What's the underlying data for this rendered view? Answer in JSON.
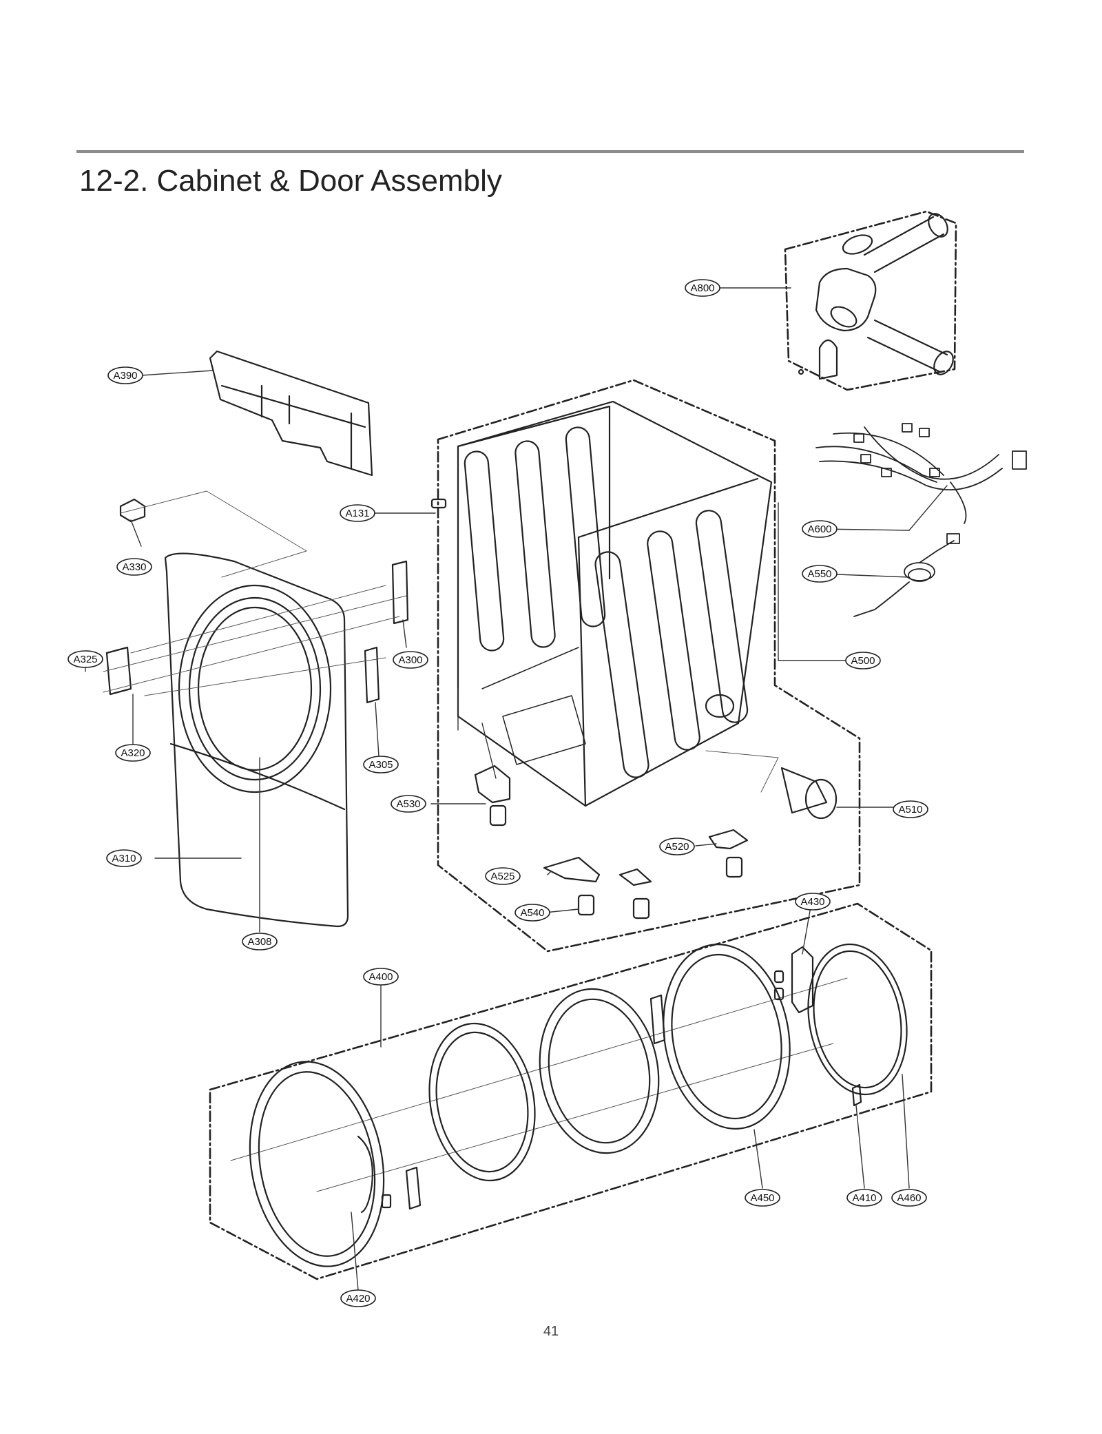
{
  "page": {
    "title": "12-2. Cabinet & Door Assembly",
    "page_number": "41"
  },
  "parts": [
    {
      "id": "a800",
      "label": "A800"
    },
    {
      "id": "a390",
      "label": "A390"
    },
    {
      "id": "a131",
      "label": "A131"
    },
    {
      "id": "a600",
      "label": "A600"
    },
    {
      "id": "a330",
      "label": "A330"
    },
    {
      "id": "a550",
      "label": "A550"
    },
    {
      "id": "a325",
      "label": "A325"
    },
    {
      "id": "a300",
      "label": "A300"
    },
    {
      "id": "a500",
      "label": "A500"
    },
    {
      "id": "a320",
      "label": "A320"
    },
    {
      "id": "a305",
      "label": "A305"
    },
    {
      "id": "a530",
      "label": "A530"
    },
    {
      "id": "a510",
      "label": "A510"
    },
    {
      "id": "a520",
      "label": "A520"
    },
    {
      "id": "a310",
      "label": "A310"
    },
    {
      "id": "a525",
      "label": "A525"
    },
    {
      "id": "a430",
      "label": "A430"
    },
    {
      "id": "a540",
      "label": "A540"
    },
    {
      "id": "a308",
      "label": "A308"
    },
    {
      "id": "a400",
      "label": "A400"
    },
    {
      "id": "a450",
      "label": "A450"
    },
    {
      "id": "a410",
      "label": "A410"
    },
    {
      "id": "a460",
      "label": "A460"
    },
    {
      "id": "a420",
      "label": "A420"
    }
  ]
}
